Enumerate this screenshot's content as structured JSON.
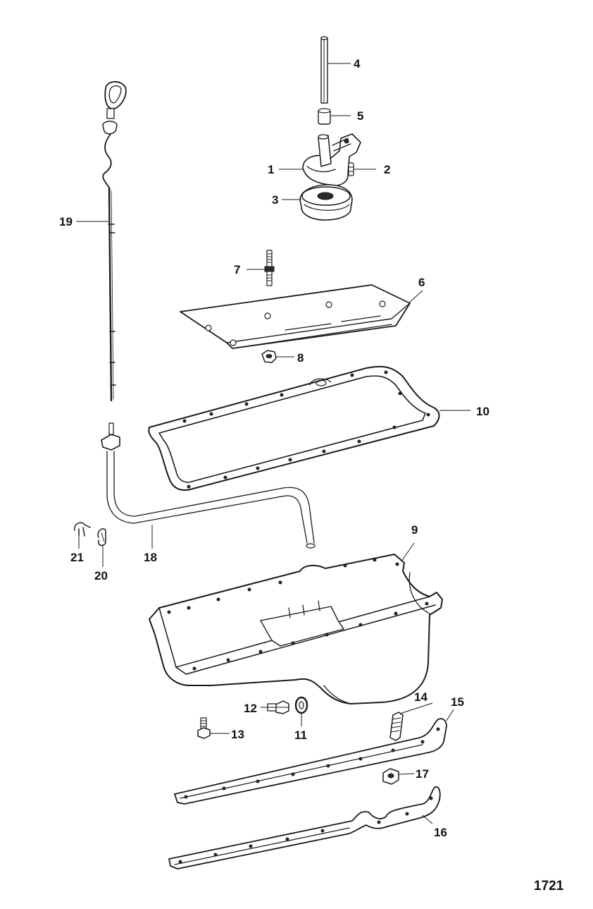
{
  "diagram": {
    "figure_number": "1721",
    "callouts": [
      {
        "id": "c1",
        "label": "1"
      },
      {
        "id": "c2",
        "label": "2"
      },
      {
        "id": "c3",
        "label": "3"
      },
      {
        "id": "c4",
        "label": "4"
      },
      {
        "id": "c5",
        "label": "5"
      },
      {
        "id": "c6",
        "label": "6"
      },
      {
        "id": "c7",
        "label": "7"
      },
      {
        "id": "c8",
        "label": "8"
      },
      {
        "id": "c9",
        "label": "9"
      },
      {
        "id": "c10",
        "label": "10"
      },
      {
        "id": "c11",
        "label": "11"
      },
      {
        "id": "c12",
        "label": "12"
      },
      {
        "id": "c13",
        "label": "13"
      },
      {
        "id": "c14",
        "label": "14"
      },
      {
        "id": "c15",
        "label": "15"
      },
      {
        "id": "c16",
        "label": "16"
      },
      {
        "id": "c17",
        "label": "17"
      },
      {
        "id": "c18",
        "label": "18"
      },
      {
        "id": "c19",
        "label": "19"
      },
      {
        "id": "c20",
        "label": "20"
      },
      {
        "id": "c21",
        "label": "21"
      }
    ]
  }
}
